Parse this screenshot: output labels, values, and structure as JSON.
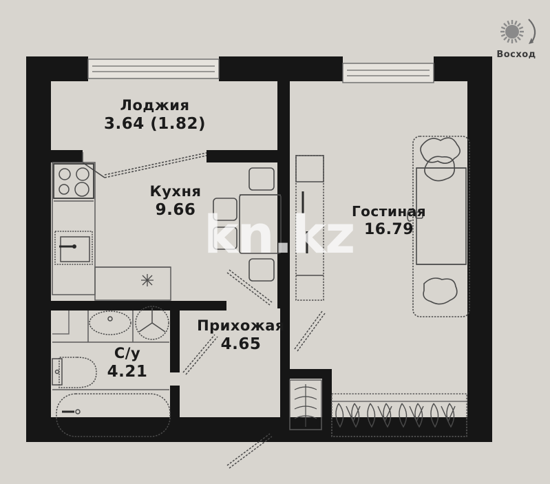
{
  "document": {
    "type": "apartment-floor-plan",
    "watermark": "kn.kz"
  },
  "compass": {
    "icon": "sun-compass-icon",
    "caption": "Восход"
  },
  "rooms": [
    {
      "id": "loggia",
      "name": "Лоджия",
      "area": "3.64 (1.82)"
    },
    {
      "id": "kitchen",
      "name": "Кухня",
      "area": "9.66"
    },
    {
      "id": "living",
      "name": "Гостиная",
      "area": "16.79"
    },
    {
      "id": "hall",
      "name": "Прихожая",
      "area": "4.65"
    },
    {
      "id": "bath",
      "name": "С/у",
      "area": "4.21"
    }
  ],
  "colors": {
    "background": "#d8d5cf",
    "wall": "#161616",
    "fixture_line": "#4a4a4a",
    "text": "#1b1b1b",
    "watermark": "#ffffff"
  },
  "fixtures": [
    {
      "name": "stove",
      "room": "kitchen"
    },
    {
      "name": "kitchen-sink",
      "room": "kitchen"
    },
    {
      "name": "counter",
      "room": "kitchen"
    },
    {
      "name": "dining-table",
      "room": "kitchen"
    },
    {
      "name": "dining-chair",
      "room": "kitchen"
    },
    {
      "name": "wardrobe-tall",
      "room": "living"
    },
    {
      "name": "sofa-bed",
      "room": "living"
    },
    {
      "name": "bathroom-sink",
      "room": "bath"
    },
    {
      "name": "washing-machine",
      "room": "bath"
    },
    {
      "name": "toilet",
      "room": "bath"
    },
    {
      "name": "bathtub",
      "room": "bath"
    },
    {
      "name": "closet-rail",
      "room": "hall"
    },
    {
      "name": "shoe-cabinet",
      "room": "hall"
    },
    {
      "name": "window",
      "room": "kitchen"
    },
    {
      "name": "window",
      "room": "living"
    },
    {
      "name": "entry-door",
      "room": "hall"
    }
  ]
}
